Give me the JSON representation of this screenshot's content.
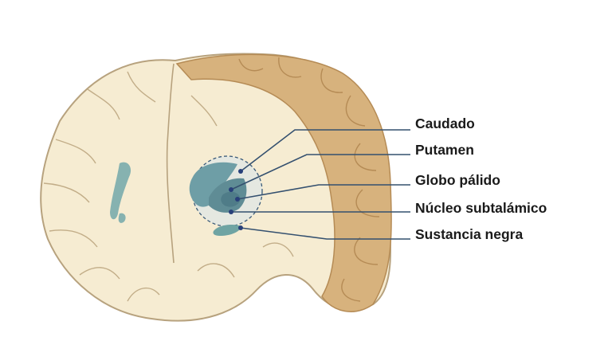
{
  "labels": {
    "caudado": "Caudado",
    "putamen": "Putamen",
    "globo_palido": "Globo pálido",
    "nucleo_subtalamico": "Núcleo subtalámico",
    "sustancia_negra": "Sustancia negra"
  },
  "colors": {
    "background": "#ffffff",
    "white_matter": "#f6ecd2",
    "cortex": "#d7b27d",
    "outline": "#b7a27e",
    "ventricle": "#86b2b0",
    "caudate": "#6e9ea6",
    "putamen": "#5f8c95",
    "globus_pallidus": "#4f7c88",
    "leader_line": "#34506f",
    "pointer_dot": "#28407a"
  }
}
